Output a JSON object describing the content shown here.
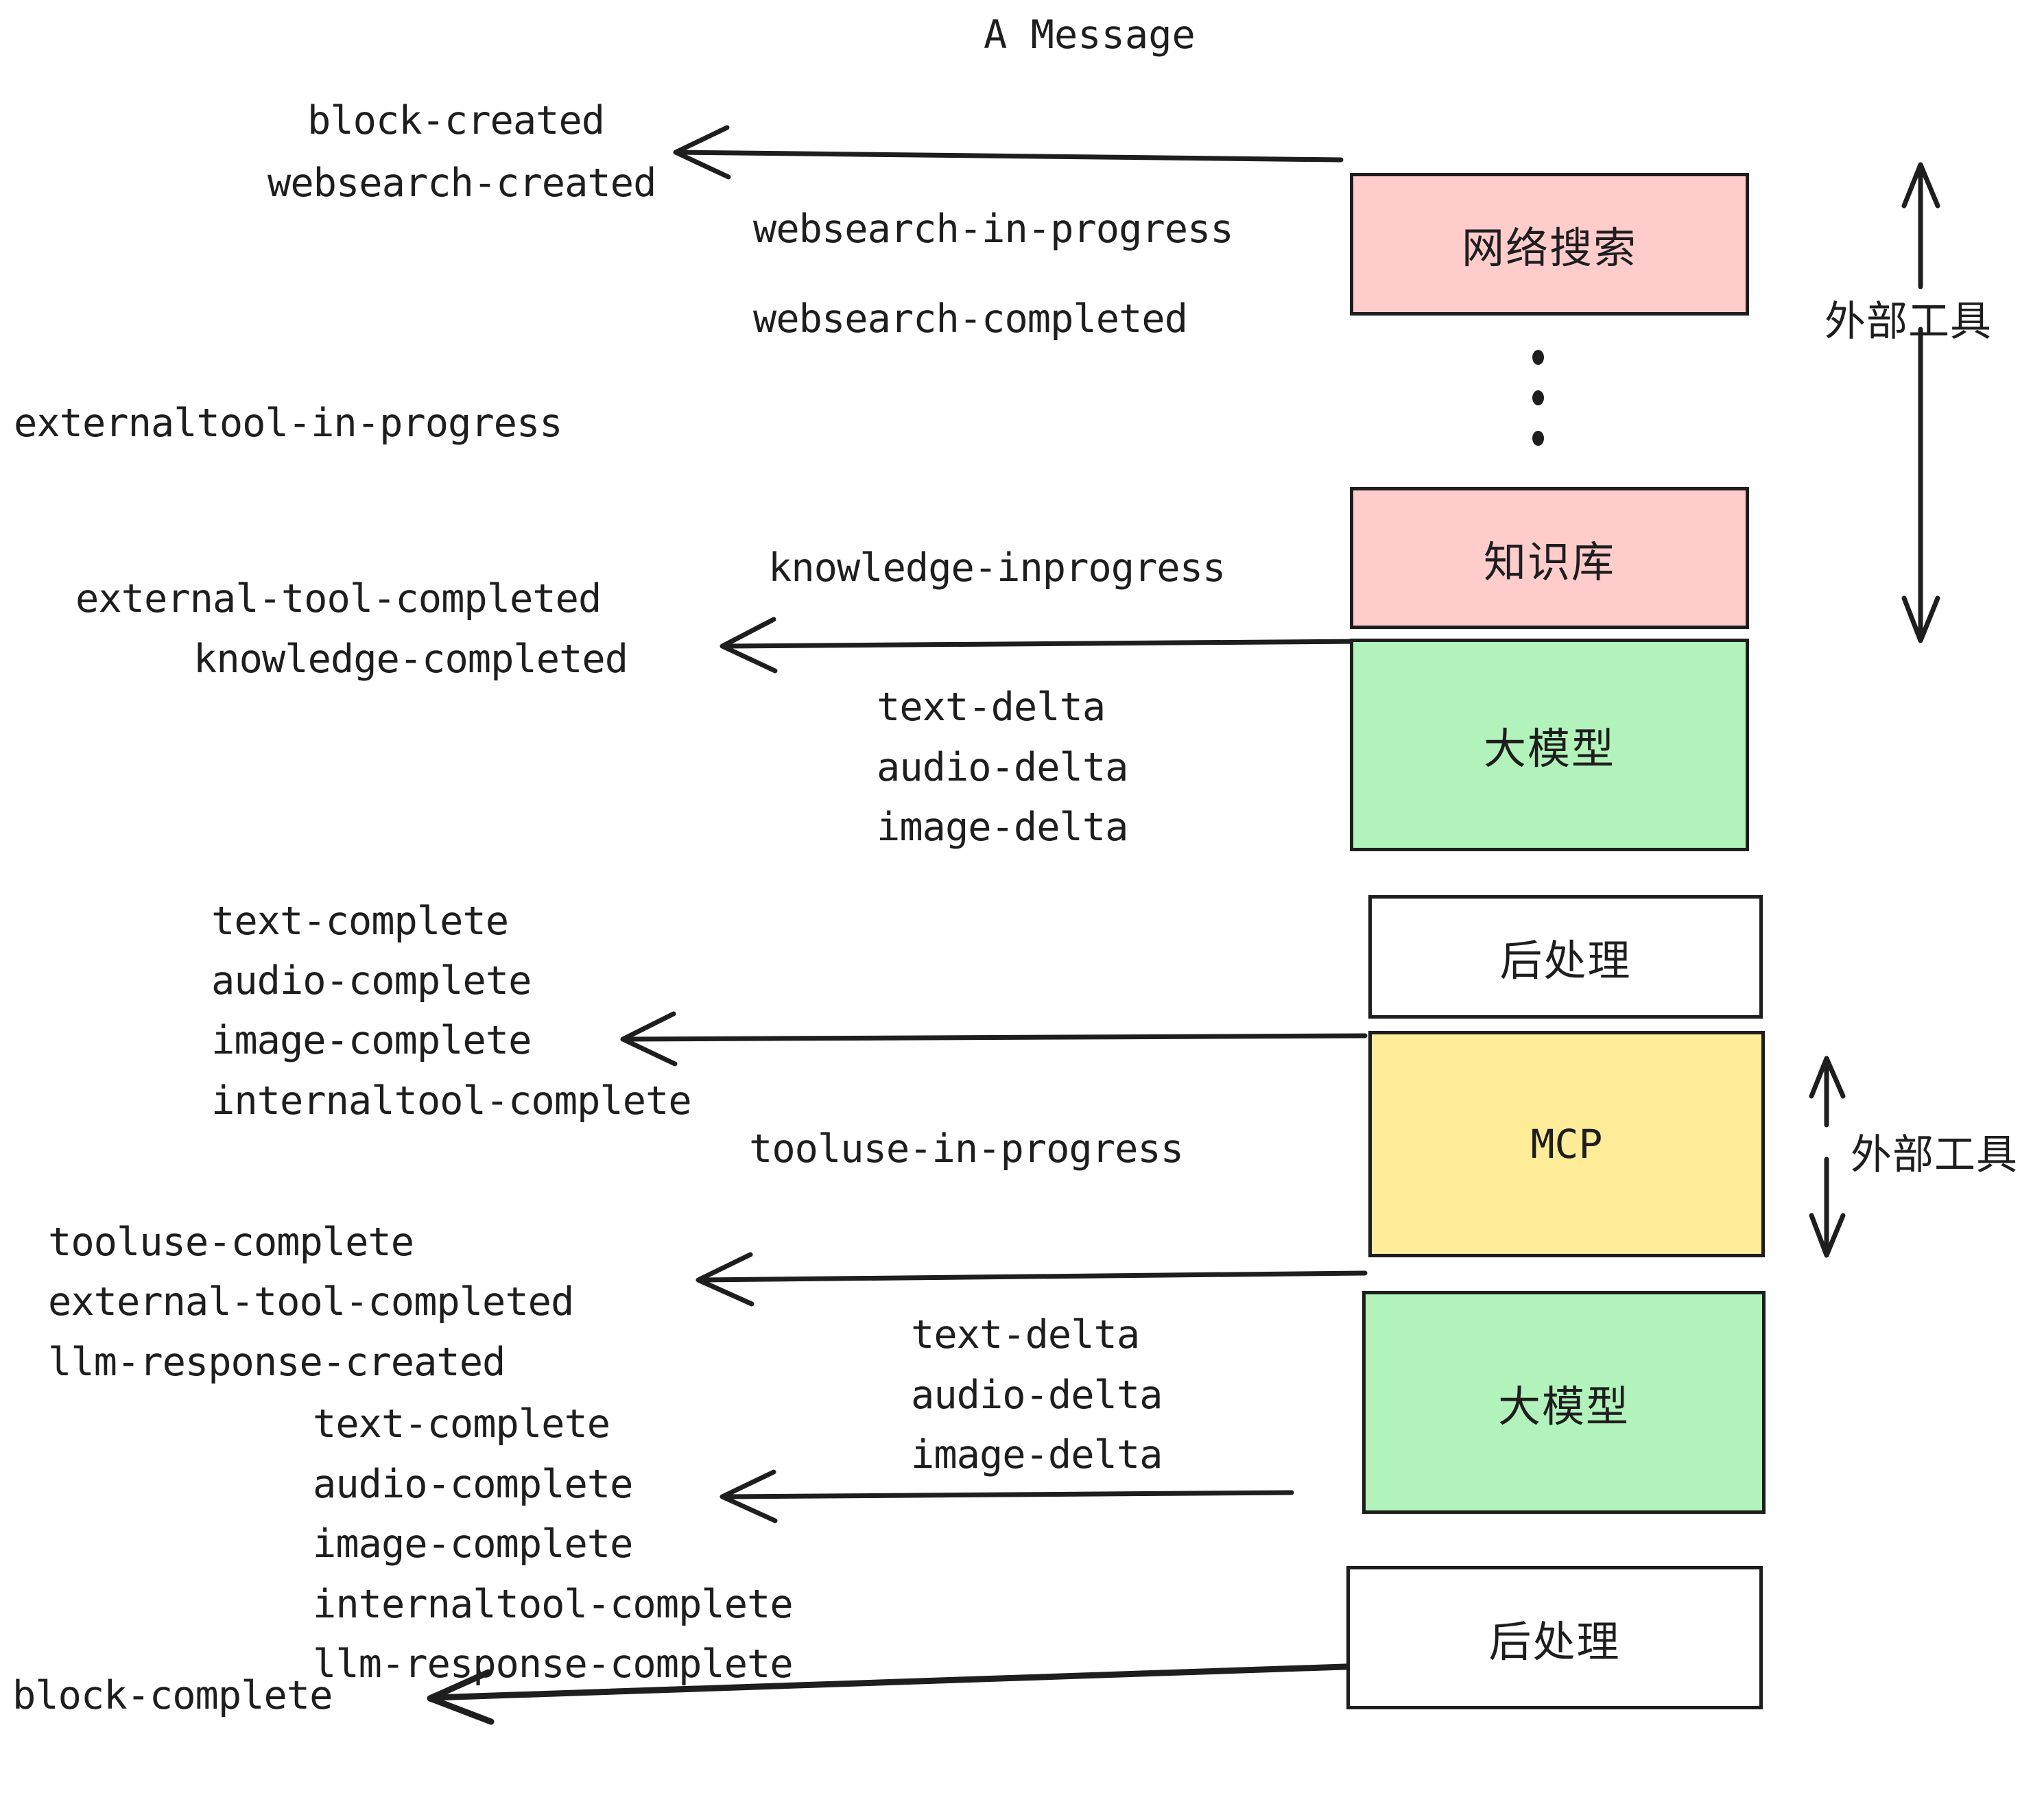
{
  "title": "A Message",
  "boxes": {
    "websearch": "网络搜索",
    "knowledge": "知识库",
    "llm_1": "大模型",
    "postprocess_1": "后处理",
    "mcp": "MCP",
    "llm_2": "大模型",
    "postprocess_2": "后处理"
  },
  "side_labels": {
    "external_tool_top": "外部工具",
    "external_tool_bottom": "外部工具"
  },
  "events": {
    "block_created": "block-created",
    "websearch_created": "websearch-created",
    "websearch_in_progress": "websearch-in-progress",
    "websearch_completed": "websearch-completed",
    "externaltool_in_progress": "externaltool-in-progress",
    "knowledge_inprogress": "knowledge-inprogress",
    "external_tool_completed_1": "external-tool-completed",
    "knowledge_completed": "knowledge-completed",
    "text_delta_1": "text-delta",
    "audio_delta_1": "audio-delta",
    "image_delta_1": "image-delta",
    "text_complete_1": "text-complete",
    "audio_complete_1": "audio-complete",
    "image_complete_1": "image-complete",
    "internaltool_complete_1": "internaltool-complete",
    "tooluse_in_progress": "tooluse-in-progress",
    "tooluse_complete": "tooluse-complete",
    "external_tool_completed_2": "external-tool-completed",
    "llm_response_created": "llm-response-created",
    "text_delta_2": "text-delta",
    "audio_delta_2": "audio-delta",
    "image_delta_2": "image-delta",
    "text_complete_2": "text-complete",
    "audio_complete_2": "audio-complete",
    "image_complete_2": "image-complete",
    "internaltool_complete_2": "internaltool-complete",
    "llm_response_complete": "llm-response-complete",
    "block_complete": "block-complete"
  },
  "colors": {
    "pink": "#ffcccc",
    "green": "#b2f2bb",
    "yellow": "#ffec99",
    "white": "#ffffff",
    "stroke": "#1e1e1e"
  }
}
